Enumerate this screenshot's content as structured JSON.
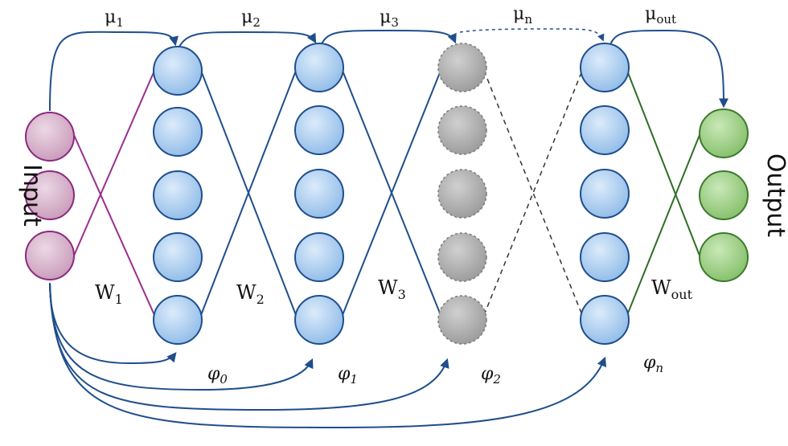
{
  "labels": {
    "input": "Input",
    "output": "Output",
    "mu": [
      "μ",
      "μ",
      "μ",
      "μ",
      "μ"
    ],
    "mu_sub": [
      "1",
      "2",
      "3",
      "n",
      "out"
    ],
    "w": [
      "W",
      "W",
      "W",
      "W"
    ],
    "w_sub": [
      "1",
      "2",
      "3",
      "out"
    ],
    "phi": [
      "φ",
      "φ",
      "φ",
      "φ"
    ],
    "phi_sub": [
      "0",
      "1",
      "2",
      "n"
    ]
  },
  "colors": {
    "input_fill": "#d7b0cc",
    "input_stroke": "#8b2a7e",
    "hidden_fill": "#a9ccef",
    "hidden_stroke": "#1f4e8c",
    "ghost_fill": "#a6a6a6",
    "ghost_stroke": "#7a7a7a",
    "output_fill": "#9ccf86",
    "output_stroke": "#3d7a2e",
    "arrow": "#1f4e8c",
    "input_edge": "#9a2e8f",
    "output_edge": "#2e6e25",
    "dashed_edge": "#333333"
  }
}
